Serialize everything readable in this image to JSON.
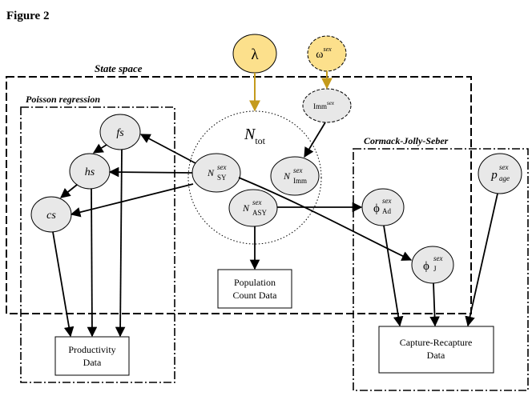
{
  "figure_title": "Figure 2",
  "regions": {
    "state_space": "State space",
    "poisson": "Poisson regression",
    "cjs": "Cormack-Jolly-Seber"
  },
  "priors": {
    "lambda": "λ",
    "omega": "ω",
    "omega_sup": "sex"
  },
  "nodes": {
    "imm": {
      "base": "Imm",
      "sup": "sex"
    },
    "ntot": {
      "base": "N",
      "sub": "tot"
    },
    "fs": "fs",
    "hs": "hs",
    "cs": "cs",
    "nsy": {
      "base": "N",
      "sup": "sex",
      "sub": "SY"
    },
    "nimm": {
      "base": "N",
      "sup": "sex",
      "sub": "Imm"
    },
    "nasy": {
      "base": "N",
      "sup": "sex",
      "sub": "ASY"
    },
    "phiad": {
      "base": "ϕ",
      "sup": "sex",
      "sub": "Ad"
    },
    "phij": {
      "base": "ϕ",
      "sup": "sex",
      "sub": "J"
    },
    "page": {
      "base": "p",
      "sup": "sex",
      "sub": "age"
    }
  },
  "data_boxes": {
    "population_l1": "Population",
    "population_l2": "Count Data",
    "productivity_l1": "Productivity",
    "productivity_l2": "Data",
    "capture_l1": "Capture-Recapture",
    "capture_l2": "Data"
  },
  "colors": {
    "prior_fill": "#fce08c",
    "prior_arrow": "#c49a1c",
    "node_fill": "#e8e8e8",
    "stroke": "#000000"
  }
}
